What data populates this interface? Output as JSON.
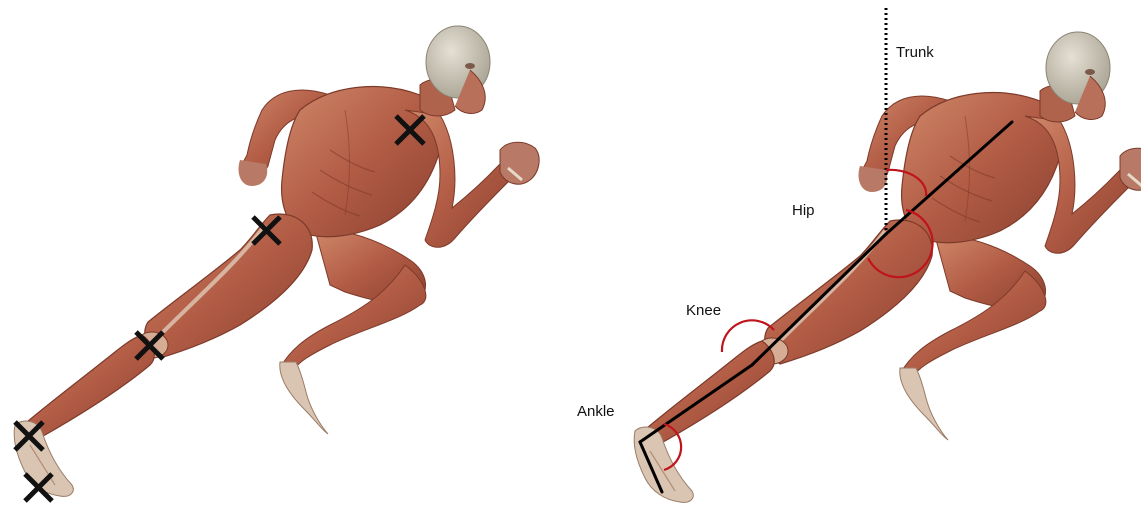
{
  "labels": {
    "trunk": "Trunk",
    "hip": "Hip",
    "knee": "Knee",
    "ankle": "Ankle"
  },
  "colors": {
    "muscle": "#b5604a",
    "muscle_dark": "#7d3a2a",
    "muscle_light": "#d08a70",
    "tendon": "#e6d9c8",
    "skin_head": "#c9c3b3",
    "marker": "#111111",
    "segment_line": "#000000",
    "angle_arc": "#c0141c"
  },
  "figures": [
    {
      "id": "marked-runner",
      "markers": [
        "shoulder",
        "hip",
        "knee",
        "ankle",
        "toe"
      ]
    },
    {
      "id": "angle-runner",
      "angles": [
        "trunk",
        "hip",
        "knee",
        "ankle"
      ]
    }
  ]
}
